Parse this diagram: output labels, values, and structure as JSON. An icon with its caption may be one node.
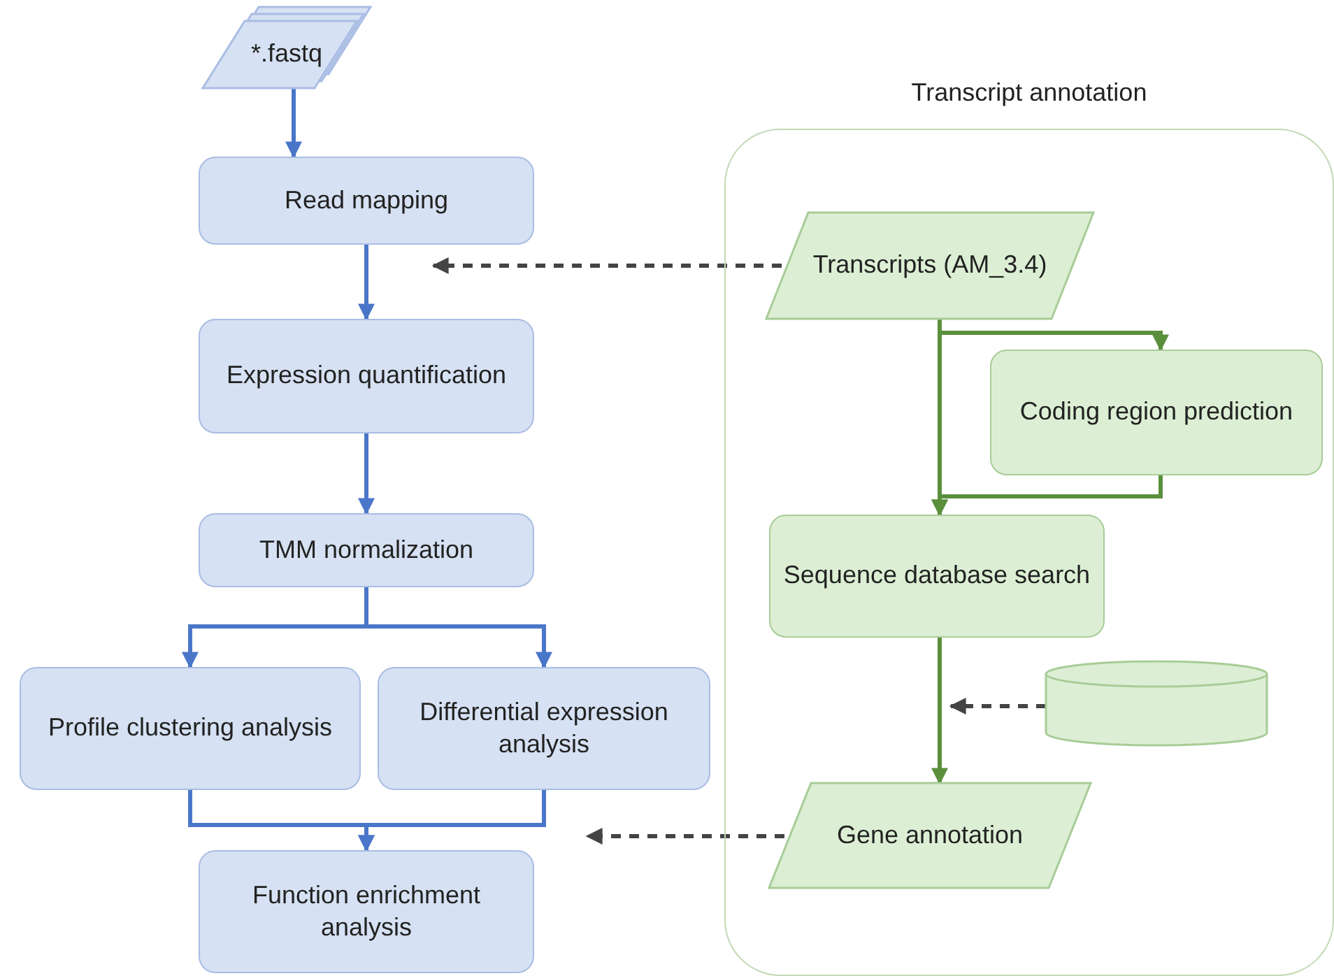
{
  "diagram": {
    "nodes": [
      {
        "text": [
          "*.fastq"
        ]
      },
      {
        "text": [
          "Read mapping"
        ]
      },
      {
        "text": [
          "Expression quantification"
        ]
      },
      {
        "text": [
          "TMM normalization"
        ]
      },
      {
        "text": [
          "Profile clustering analysis"
        ]
      },
      {
        "text": [
          "Differential expression analysis"
        ]
      },
      {
        "text": [
          "Function enrichment analysis"
        ]
      },
      {
        "text": [
          "Transcript annotation"
        ]
      },
      {
        "text": [
          "Transcripts (AM_3.4)"
        ],
        "in": 7
      },
      {
        "text": [
          "Coding region prediction"
        ],
        "in": 7
      },
      {
        "text": [
          "Sequence database search"
        ],
        "in": 7
      },
      {
        "text": [],
        "shape": "cylinder",
        "in": 7
      },
      {
        "text": [
          "Gene annotation"
        ],
        "in": 7
      }
    ],
    "edges": [
      {
        "from": 0,
        "to": 1,
        "arrow": "to"
      },
      {
        "from": 1,
        "to": 2,
        "arrow": "to"
      },
      {
        "from": 2,
        "to": 3,
        "arrow": "to"
      },
      {
        "from": 3,
        "to": 4,
        "arrow": "to"
      },
      {
        "from": 3,
        "to": 5,
        "arrow": "to"
      },
      {
        "from": 4,
        "to": 6,
        "arrow": "to"
      },
      {
        "from": 5,
        "to": 6,
        "arrow": "to"
      },
      {
        "from": 8,
        "to": 1,
        "arrow": "to",
        "style": "dashed",
        "color": "#444444"
      },
      {
        "from": 8,
        "to": 9,
        "arrow": "to",
        "color": "#5a8f3c"
      },
      {
        "from": 9,
        "to": 10,
        "arrow": "to",
        "color": "#5a8f3c"
      },
      {
        "from": 8,
        "to": 10,
        "arrow": "to",
        "color": "#5a8f3c"
      },
      {
        "from": 10,
        "to": 12,
        "arrow": "to",
        "color": "#5a8f3c"
      },
      {
        "from": 11,
        "to": null,
        "arrow": "to",
        "style": "dashed",
        "color": "#444444"
      },
      {
        "from": 12,
        "to": null,
        "arrow": "to",
        "style": "dashed",
        "color": "#444444"
      }
    ]
  }
}
